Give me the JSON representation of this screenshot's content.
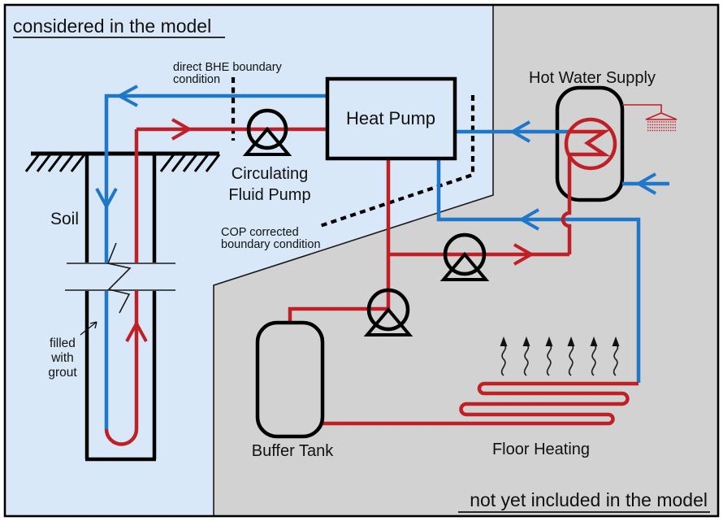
{
  "regions": {
    "considered_title": "considered in the model",
    "not_included_title": "not yet included in the model"
  },
  "labels": {
    "heat_pump": "Heat Pump",
    "hot_water_supply": "Hot Water Supply",
    "buffer_tank": "Buffer Tank",
    "floor_heating": "Floor Heating",
    "soil": "Soil",
    "circulating_pump_line1": "Circulating",
    "circulating_pump_line2": "Fluid Pump",
    "direct_bhe_line1": "direct BHE boundary",
    "direct_bhe_line2": "condition",
    "cop_line1": "COP corrected",
    "cop_line2": "boundary condition",
    "grout_line1": "filled",
    "grout_line2": "with",
    "grout_line3": "grout"
  },
  "icons": {
    "pump": "circle-on-pedestal pump symbol",
    "heat_exchanger_coil": "circle with zigzag coil",
    "shower": "shower head with spray",
    "heat_rise_arrows": "wavy rising-heat arrows",
    "pipe_break": "zigzag break symbol",
    "ground_hatch": "ground surface hatching"
  },
  "colors": {
    "model_region_bg": "#d9e8f8",
    "excluded_region_bg": "#d2d2d2",
    "cold_line": "#2077c8",
    "warm_line": "#bf2026",
    "outline": "#000000"
  }
}
